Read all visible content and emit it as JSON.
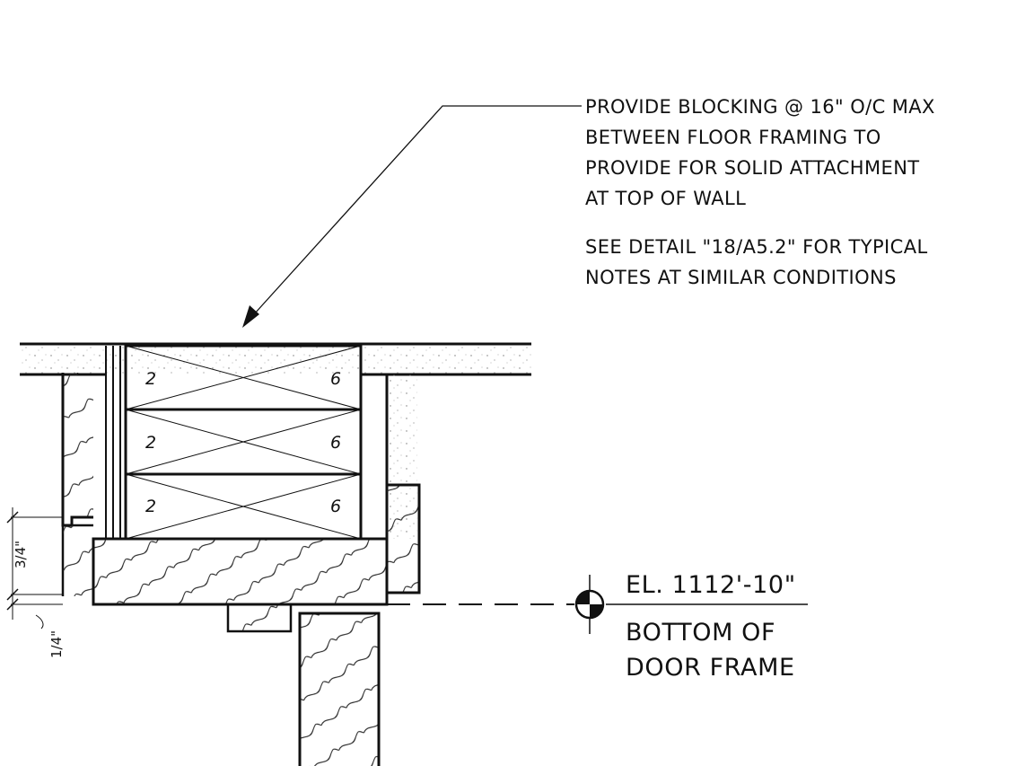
{
  "note1": {
    "line1": "PROVIDE BLOCKING @ 16\" O/C MAX",
    "line2": "BETWEEN FLOOR FRAMING TO",
    "line3": "PROVIDE FOR SOLID ATTACHMENT",
    "line4": "AT TOP OF WALL"
  },
  "note2": {
    "line1": "SEE DETAIL \"18/A5.2\" FOR TYPICAL",
    "line2": "NOTES AT SIMILAR CONDITIONS"
  },
  "plies": [
    {
      "left": "2",
      "right": "6"
    },
    {
      "left": "2",
      "right": "6"
    },
    {
      "left": "2",
      "right": "6"
    }
  ],
  "elevation": {
    "value": "EL. 1112'-10\"",
    "desc_line1": "BOTTOM OF",
    "desc_line2": "DOOR FRAME"
  },
  "dimensions": {
    "upper": "3/4\"",
    "lower": "1/4\""
  },
  "colors": {
    "line": "#111111",
    "background": "#ffffff"
  }
}
